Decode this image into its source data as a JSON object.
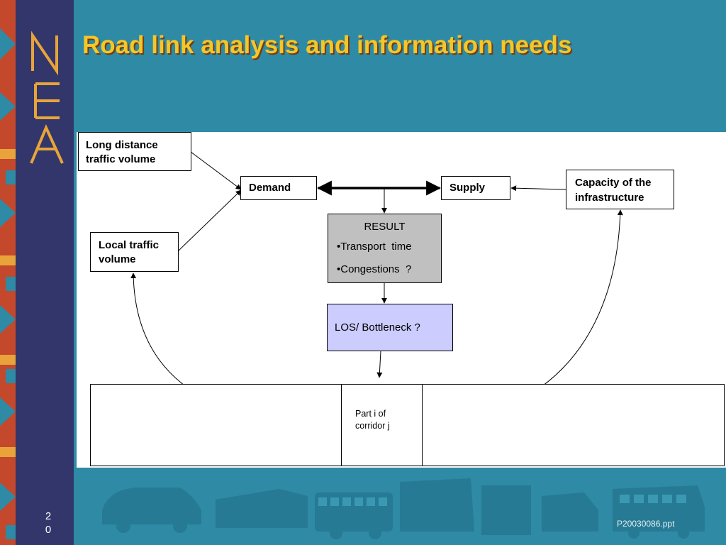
{
  "slide": {
    "title": "Road link analysis and information needs",
    "page_number_line1": "2",
    "page_number_line2": "0",
    "file_reference": "P20030086.ppt",
    "logo_letters": "NEA"
  },
  "diagram": {
    "long_distance": "Long distance traffic volume",
    "local_traffic": "Local traffic volume",
    "demand": "Demand",
    "supply": "Supply",
    "capacity": "Capacity of the infrastructure",
    "result": {
      "heading": "RESULT",
      "items": [
        "•Transport  time",
        "•Congestions  ?"
      ]
    },
    "los": "LOS/ Bottleneck ?",
    "corridor_part": "Part i of corridor j"
  },
  "colors": {
    "background": "#2e8aa5",
    "nav_band": "#32366a",
    "title": "#f2c72a",
    "result_fill": "#c0c0c0",
    "los_fill": "#ccccff"
  }
}
